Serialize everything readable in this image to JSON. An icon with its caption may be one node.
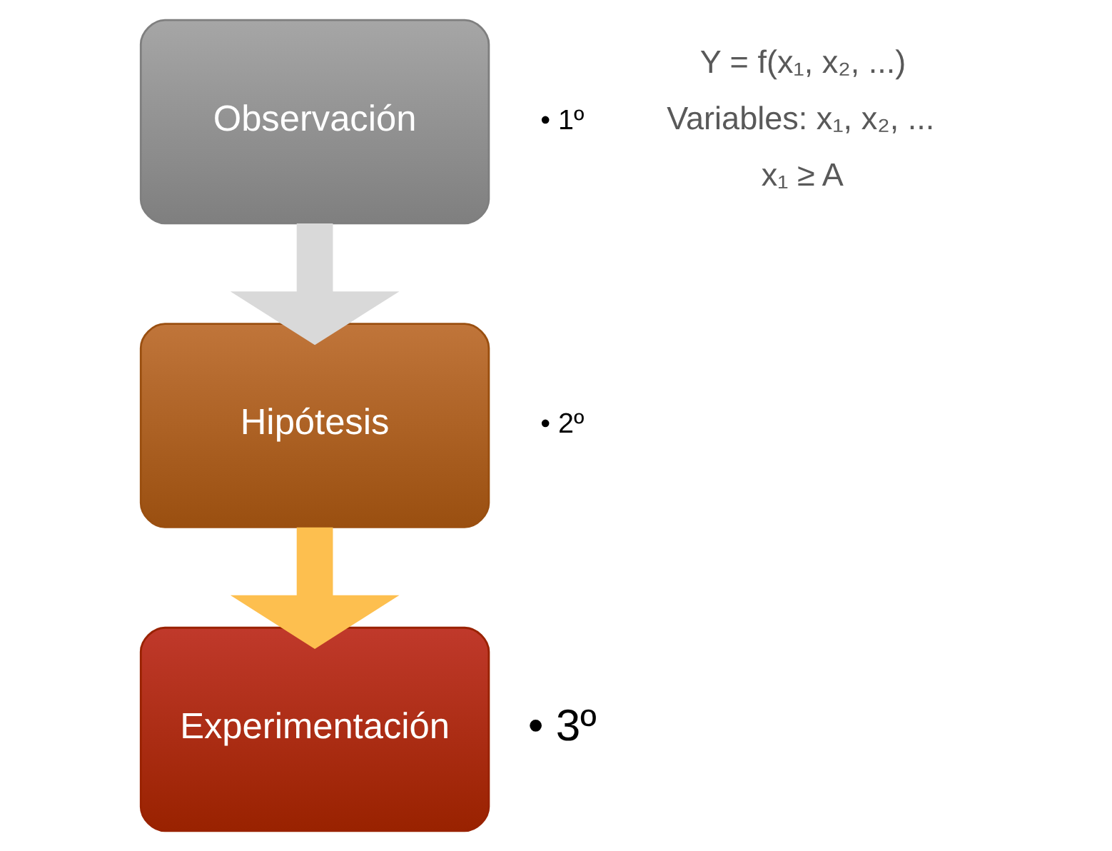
{
  "diagram": {
    "nodes": [
      {
        "text": [
          "Observación"
        ],
        "beside": [
          "• 1º"
        ]
      },
      {
        "text": [
          "Hipótesis"
        ],
        "beside": [
          "• 2º"
        ]
      },
      {
        "text": [
          "Experimentación"
        ],
        "beside": [
          "• 3º"
        ]
      }
    ],
    "edges": [
      {
        "from": 0,
        "to": 1,
        "arrow": "to",
        "color": "#d9d9d9"
      },
      {
        "from": 1,
        "to": 2,
        "arrow": "to",
        "color": "#fdbf4f"
      }
    ],
    "labels": [
      "Y = f(x₁, x₂, ...)",
      "Variables: x₁, x₂, ...",
      "x₁ ≥ A"
    ]
  }
}
